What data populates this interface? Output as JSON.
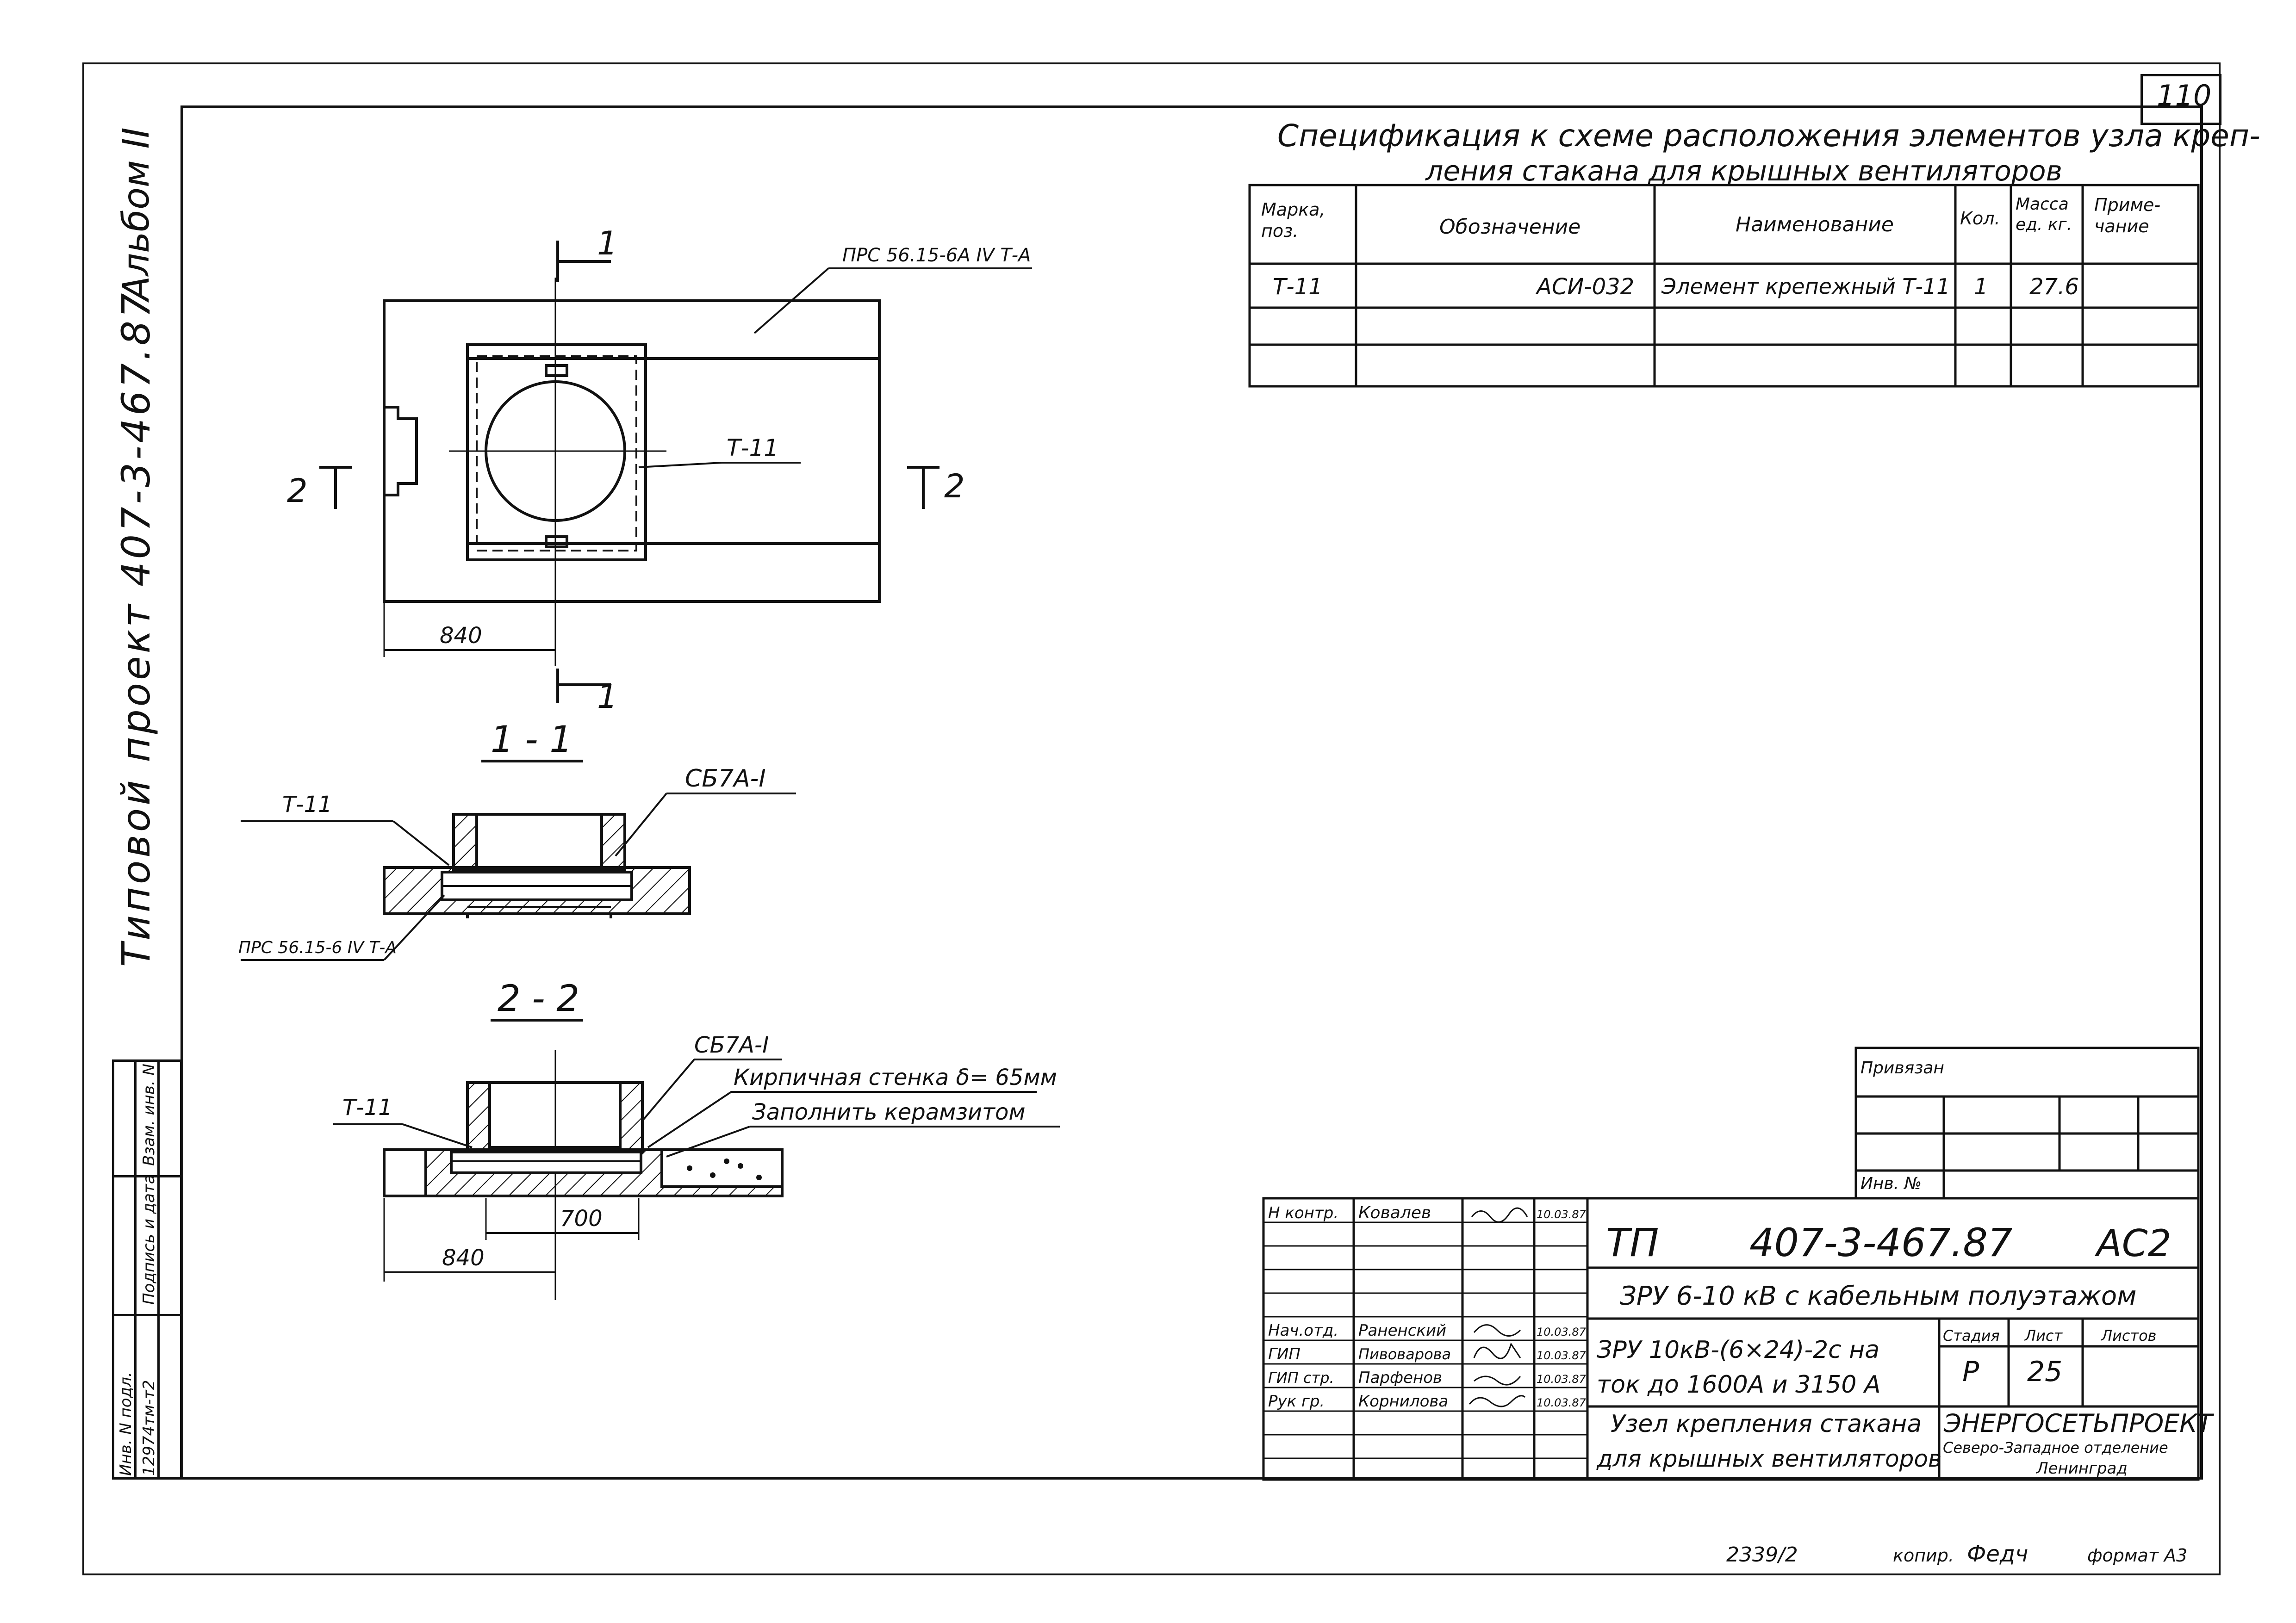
{
  "sheet_number": "110",
  "album": "Альбом II",
  "typical_project": "Типовой проект  407-3-467.87",
  "left_strip": {
    "vzam_inv": "Взам. инв. N",
    "podpis_data": "Подпись и дата",
    "inv_podl": "Инв. N подл.",
    "inv_value": "12974тм-т2"
  },
  "spec": {
    "title_line1": "Спецификация  к схеме  расположения  элементов  узла  креп-",
    "title_line2": "ления  стакана  для  крышных  вентиляторов",
    "headers": {
      "mark": "Марка, поз.",
      "designation": "Обозначение",
      "name": "Наименование",
      "qty": "Кол.",
      "mass": "Масса ед. кг.",
      "note": "Приме- чание"
    },
    "rows": [
      {
        "mark": "Т-11",
        "designation": "АСИ-032",
        "name": "Элемент  крепежный Т-11",
        "qty": "1",
        "mass": "27.6",
        "note": ""
      }
    ]
  },
  "drawing": {
    "plan_label_prs": "ПРС 56.15-6А IV Т-А",
    "t11": "Т-11",
    "cut1": "1",
    "cut2": "2",
    "dim_840": "840",
    "dim_700": "700",
    "section11_title": "1 - 1",
    "section22_title": "2 - 2",
    "sb7a": "СБ7А-I",
    "prs_section": "ПРС 56.15-6 IV Т-А",
    "brick_wall": "Кирпичная  стенка  δ= 65мм",
    "fill_keramzit": "Заполнить  керамзитом"
  },
  "privyazan": "Привязан",
  "inv_no": "Инв. №",
  "title_block": {
    "signatures": [
      {
        "role": "Н контр.",
        "name": "Ковалев",
        "date": "10.03.87"
      },
      {
        "role": "",
        "name": "",
        "date": ""
      },
      {
        "role": "",
        "name": "",
        "date": ""
      },
      {
        "role": "Нач.отд.",
        "name": "Раненский",
        "date": "10.03.87"
      },
      {
        "role": "ГИП",
        "name": "Пивоварова",
        "date": "10.03.87"
      },
      {
        "role": "ГИП стр.",
        "name": "Парфенов",
        "date": "10.03.87"
      },
      {
        "role": "Рук гр.",
        "name": "Корнилова",
        "date": "10.03.87"
      }
    ],
    "code_tp": "ТП",
    "code_number": "407-3-467.87",
    "code_suffix": "АС2",
    "project_name": "ЗРУ 6-10 кВ  с кабельным  полуэтажом",
    "sheet_desc_line1": "ЗРУ 10кВ-(6×24)-2с на",
    "sheet_desc_line2": "ток до 1600А  и 3150 А",
    "stage_label": "Стадия",
    "sheet_label": "Лист",
    "sheets_label": "Листов",
    "stage_value": "Р",
    "sheet_value": "25",
    "sheets_value": "",
    "drawing_title_line1": "Узел крепления стакана",
    "drawing_title_line2": "для крышных вентиляторов",
    "org_name": "ЭНЕРГОСЕТЬПРОЕКТ",
    "org_branch": "Северо-Западное отделение",
    "org_city": "Ленинград"
  },
  "footer": {
    "number": "2339/2",
    "copied_label": "копир.",
    "copied_sign": "Федч",
    "format": "формат А3"
  }
}
